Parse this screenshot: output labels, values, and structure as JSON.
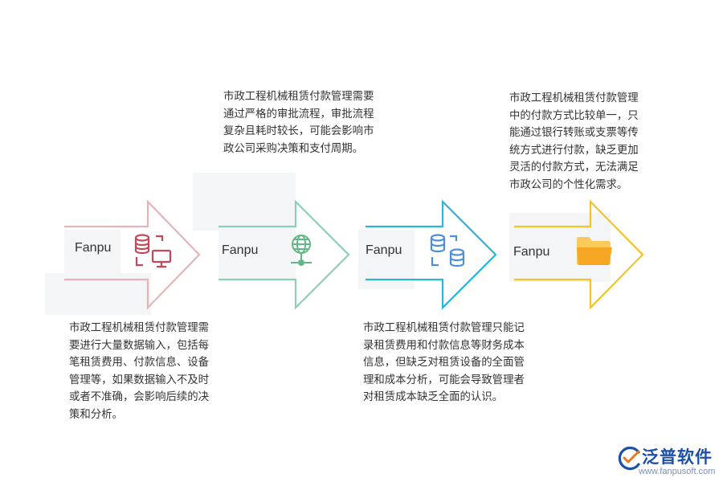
{
  "stages": [
    {
      "label": "Fanpu",
      "icon": "database-monitor-icon",
      "color": "#e3b5b7",
      "icon_color": "#c4475a",
      "note": "市政工程机械租赁付款管理需\n要进行大量数据输入，包括每\n笔租赁费用、付款信息、设备\n管理等，如果数据输入不及时\n或者不准确，会影响后续的决\n策和分析。"
    },
    {
      "label": "Fanpu",
      "icon": "globe-network-icon",
      "color": "#8fcdb4",
      "icon_color": "#62b788",
      "note": "市政工程机械租赁付款管理需要\n通过严格的审批流程，审批流程\n复杂且耗时较长，可能会影响市\n政公司采购决策和支付周期。"
    },
    {
      "label": "Fanpu",
      "icon": "database-sync-icon",
      "color": "#29b4d9",
      "icon_color": "#4b8fd8",
      "note": "市政工程机械租赁付款管理只能记\n录租赁费用和付款信息等财务成本\n信息，但缺乏对租赁设备的全面管\n理和成本分析，可能会导致管理者\n对租赁成本缺乏全面的认识。"
    },
    {
      "label": "Fanpu",
      "icon": "folder-icon",
      "color": "#f2c427",
      "icon_color": "#f5a623",
      "note": "市政工程机械租赁付款管理\n中的付款方式比较单一，只\n能通过银行转账或支票等传\n统方式进行付款，缺乏更加\n灵活的付款方式，无法满足\n市政公司的个性化需求。"
    }
  ],
  "logo": {
    "name": "泛普软件",
    "url": "www.fanpusoft.com",
    "icon": "fanpu-logo-icon",
    "color": "#1d4fa8"
  }
}
